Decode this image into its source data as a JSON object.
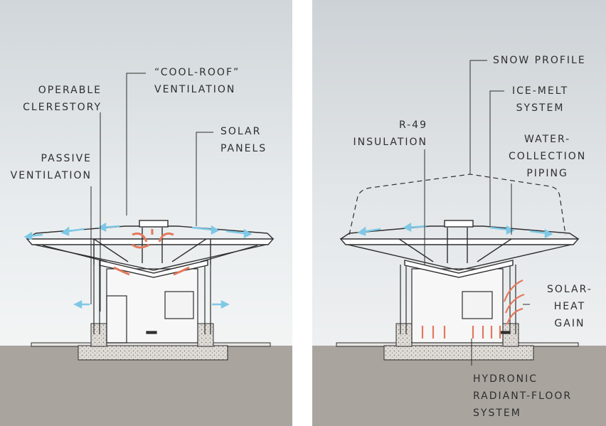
{
  "colors": {
    "sky_top": "#d3d8dc",
    "sky_bottom": "#f2f4f4",
    "ground": "#aaa49f",
    "line": "#2e2e2e",
    "cool_air": "#7ec8e6",
    "warm_air": "#e4785c"
  },
  "left_panel": {
    "labels": {
      "cool_roof": [
        "“COOL-ROOF”",
        "VENTILATION"
      ],
      "clerestory": [
        "OPERABLE",
        "CLERESTORY"
      ],
      "solar_panels": [
        "SOLAR",
        "PANELS"
      ],
      "passive_vent": [
        "PASSIVE",
        "VENTILATION"
      ]
    }
  },
  "right_panel": {
    "labels": {
      "snow_profile": [
        "SNOW PROFILE"
      ],
      "ice_melt": [
        "ICE-MELT",
        "SYSTEM"
      ],
      "insulation": [
        "R-49",
        "INSULATION"
      ],
      "water_piping": [
        "WATER-",
        "COLLECTION",
        "PIPING"
      ],
      "solar_heat": [
        "SOLAR-",
        "HEAT",
        "GAIN"
      ],
      "hydronic": [
        "HYDRONIC",
        "RADIANT-FLOOR",
        "SYSTEM"
      ]
    }
  }
}
